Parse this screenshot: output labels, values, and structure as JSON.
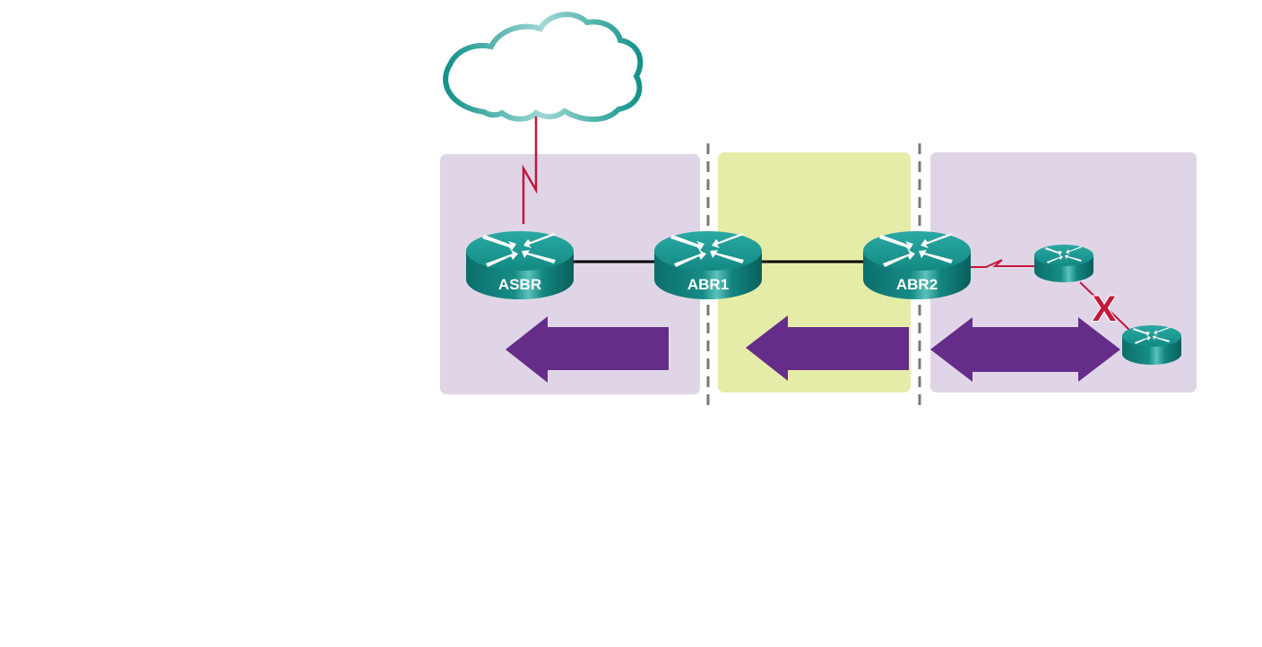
{
  "diagram": {
    "title": "OSPF multi-area topology with virtual link",
    "colors": {
      "area_purple": "#e0d5e7",
      "area_yellow": "#e5eca8",
      "arrow": "#652d89",
      "router_top": "#1b9a95",
      "router_side": "#0f7a75",
      "cloud_stroke": "#1a9a92",
      "serial_link": "#c2183c",
      "ethernet_link": "#000000",
      "boundary_dash": "#777777",
      "failure_mark": "#c2183c"
    },
    "areas": [
      {
        "id": "area-left",
        "color": "purple"
      },
      {
        "id": "area-middle",
        "color": "yellow"
      },
      {
        "id": "area-right",
        "color": "purple"
      }
    ],
    "routers": [
      {
        "id": "asbr",
        "label": "ASBR"
      },
      {
        "id": "abr1",
        "label": "ABR1"
      },
      {
        "id": "abr2",
        "label": "ABR2"
      },
      {
        "id": "r-upper",
        "label": ""
      },
      {
        "id": "r-lower",
        "label": ""
      }
    ],
    "links": [
      {
        "from": "cloud",
        "to": "asbr",
        "type": "serial"
      },
      {
        "from": "asbr",
        "to": "abr1",
        "type": "ethernet"
      },
      {
        "from": "abr1",
        "to": "abr2",
        "type": "ethernet"
      },
      {
        "from": "abr2",
        "to": "r-upper",
        "type": "serial"
      },
      {
        "from": "r-upper",
        "to": "r-lower",
        "type": "serial",
        "status": "down"
      }
    ],
    "arrows": [
      {
        "id": "arrow-left-area",
        "direction": "left"
      },
      {
        "id": "arrow-middle-area",
        "direction": "left"
      },
      {
        "id": "arrow-right-area",
        "direction": "both"
      }
    ],
    "failure_mark": "X"
  }
}
